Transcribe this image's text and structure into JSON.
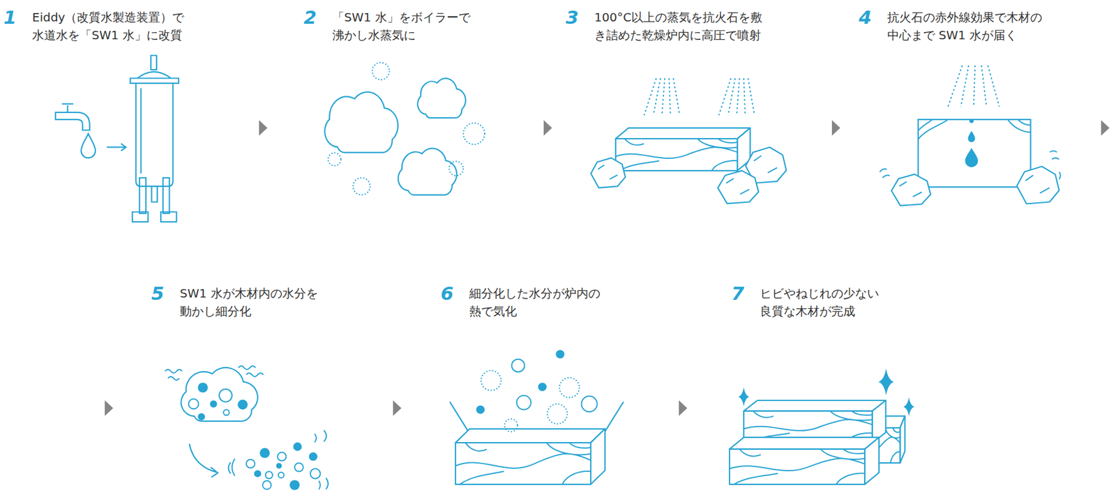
{
  "diagram": {
    "nodes": [
      {
        "text": [
          "1",
          "Eiddy（改質水製造装置）で 水道水を「SW1 水」に改質"
        ]
      },
      {
        "text": [
          "2",
          "「SW1 水」をボイラーで 沸かし水蒸気に"
        ]
      },
      {
        "text": [
          "3",
          "100°C以上の蒸気を抗火石を敷 き詰めた乾燥炉内に高圧で噴射"
        ]
      },
      {
        "text": [
          "4",
          "抗火石の赤外線効果で木材の 中心まで SW1 水が届く"
        ]
      },
      {
        "text": [
          "5",
          "SW1 水が木材内の水分を 動かし細分化"
        ]
      },
      {
        "text": [
          "6",
          "細分化した水分が炉内の 熱で気化"
        ]
      },
      {
        "text": [
          "7",
          "ヒビやねじれの少ない 良質な木材が完成"
        ]
      }
    ],
    "edges": [
      {
        "from": 0,
        "to": 1,
        "arrow": "to"
      },
      {
        "from": 1,
        "to": 2,
        "arrow": "to"
      },
      {
        "from": 2,
        "to": 3,
        "arrow": "to"
      },
      {
        "from": 3,
        "to": 4,
        "arrow": "to"
      },
      {
        "from": 4,
        "to": 5,
        "arrow": "to"
      },
      {
        "from": 5,
        "to": 6,
        "arrow": "to"
      }
    ]
  }
}
